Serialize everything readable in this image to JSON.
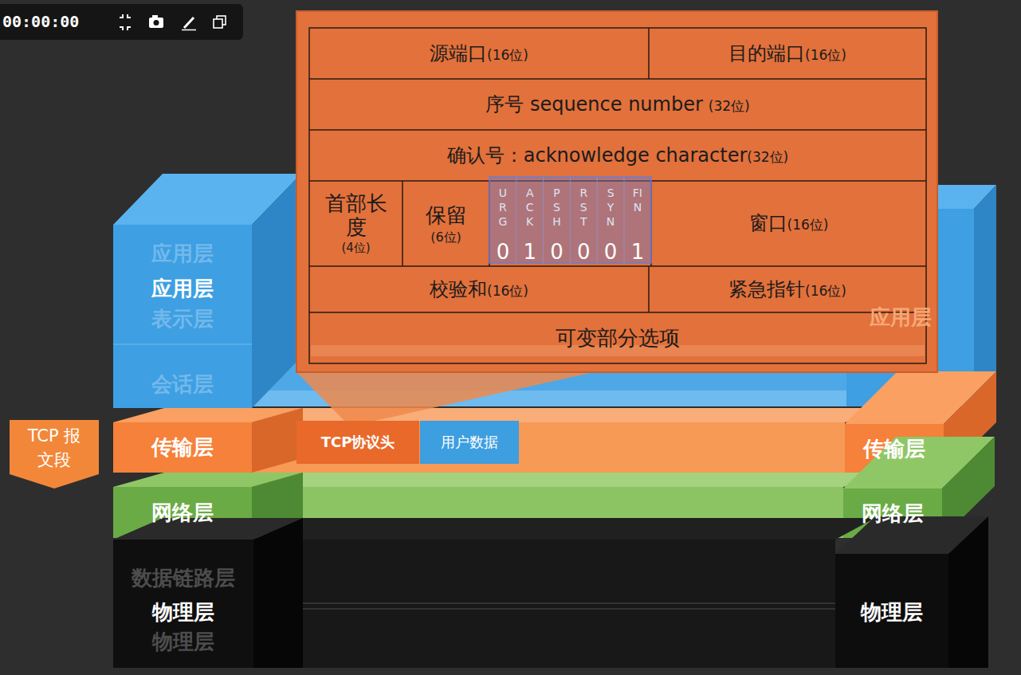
{
  "diagram": {
    "nodes": [
      {
        "text": [
          "源端口",
          "(16位)"
        ]
      },
      {
        "text": [
          "目的端口",
          "(16位)"
        ]
      },
      {
        "text": [
          "序号 sequence number",
          "(32位)"
        ]
      },
      {
        "text": [
          "确认号：acknowledge character",
          "(32位)"
        ]
      },
      {
        "text": [
          "首部长度",
          "(4位)"
        ]
      },
      {
        "text": [
          "保留",
          "(6位)"
        ]
      },
      {
        "text": [
          "URG",
          "0"
        ]
      },
      {
        "text": [
          "ACK",
          "1"
        ]
      },
      {
        "text": [
          "PSH",
          "0"
        ]
      },
      {
        "text": [
          "RST",
          "0"
        ]
      },
      {
        "text": [
          "SYN",
          "0"
        ]
      },
      {
        "text": [
          "FIN",
          "1"
        ]
      },
      {
        "text": [
          "窗口",
          "(16位)"
        ]
      },
      {
        "text": [
          "校验和",
          "(16位)"
        ]
      },
      {
        "text": [
          "紧急指针",
          "(16位)"
        ]
      },
      {
        "text": [
          "可变部分选项"
        ]
      },
      {
        "text": [
          "应用层",
          "应用层",
          "表示层",
          "会话层"
        ]
      },
      {
        "text": [
          "应用层"
        ]
      },
      {
        "text": [
          "TCP 报文段"
        ]
      },
      {
        "text": [
          "传输层"
        ]
      },
      {
        "text": [
          "TCP协议头"
        ]
      },
      {
        "text": [
          "用户数据"
        ]
      },
      {
        "text": [
          "传输层"
        ]
      },
      {
        "text": [
          "网络层"
        ]
      },
      {
        "text": [
          "网络层"
        ]
      },
      {
        "text": [
          "数据链路层",
          "物理层",
          "物理层"
        ]
      },
      {
        "text": [
          "物理层"
        ]
      }
    ],
    "labels": [
      "00:00:00"
    ]
  }
}
